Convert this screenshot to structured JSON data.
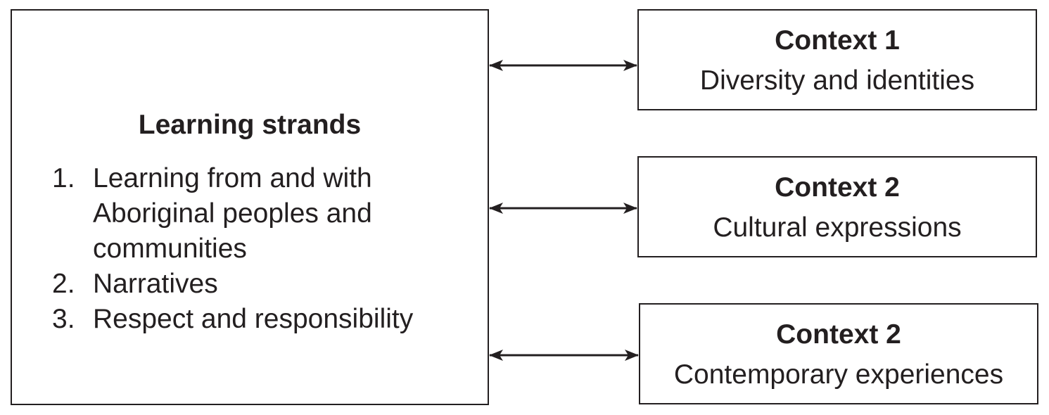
{
  "learning_strands": {
    "title": "Learning strands",
    "items": [
      {
        "number": "1.",
        "text": "Learning from and with Aboriginal peoples and communities"
      },
      {
        "number": "2.",
        "text": "Narratives"
      },
      {
        "number": "3.",
        "text": "Respect and responsibility"
      }
    ]
  },
  "contexts": [
    {
      "title": "Context 1",
      "subtitle": "Diversity and identities"
    },
    {
      "title": "Context 2",
      "subtitle": "Cultural expressions"
    },
    {
      "title": "Context 2",
      "subtitle": "Contemporary experiences"
    }
  ],
  "colors": {
    "stroke": "#231f20",
    "background": "#ffffff"
  }
}
